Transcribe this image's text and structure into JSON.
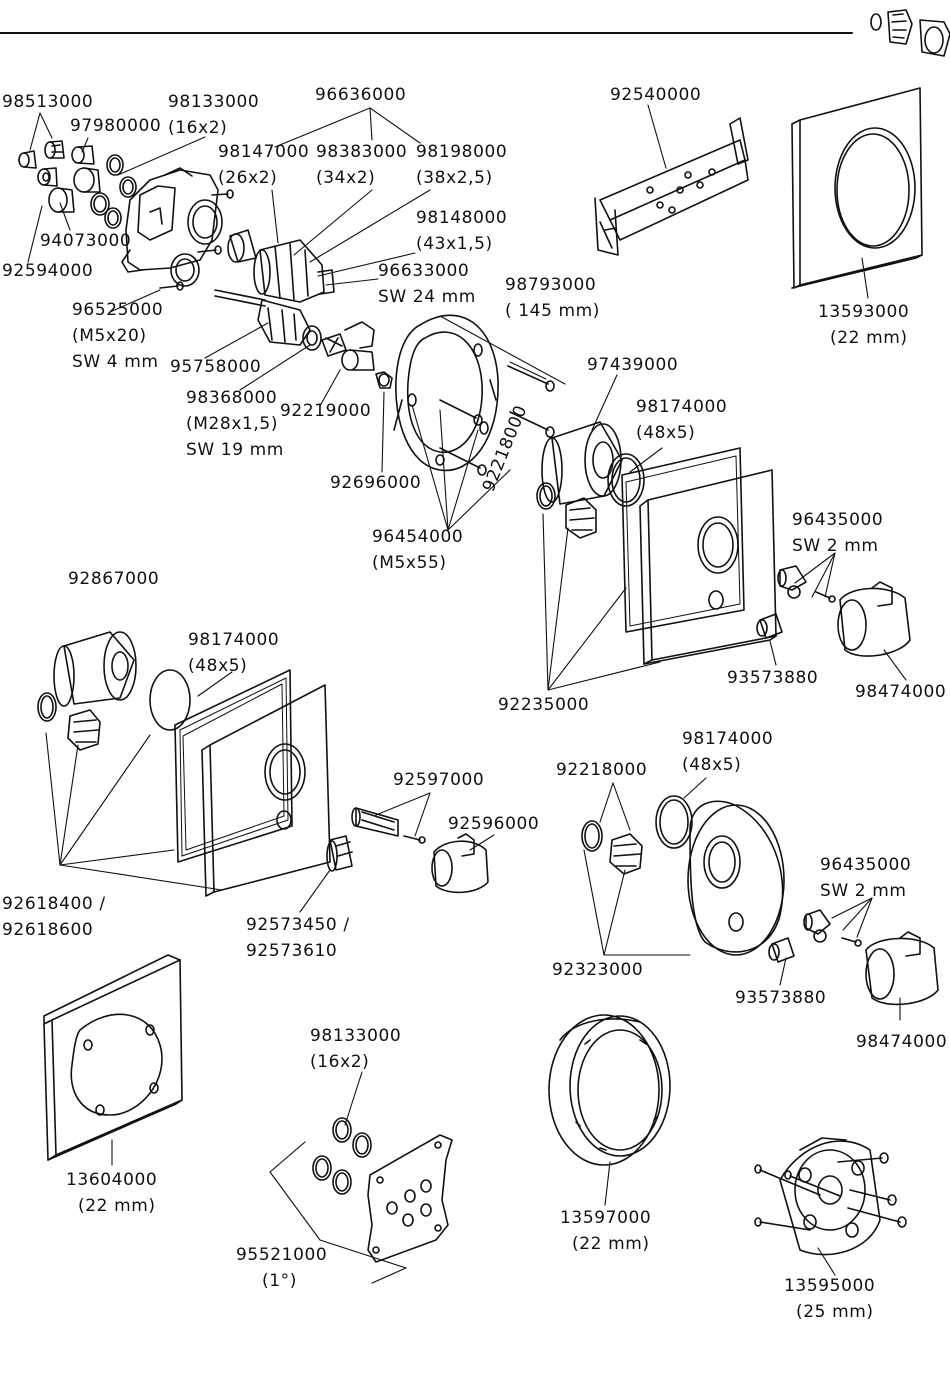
{
  "labels": {
    "p98513000": "98513000",
    "p98133000a": "98133000",
    "p98133000a_size": "(16x2)",
    "p96636000": "96636000",
    "p92540000": "92540000",
    "p97980000": "97980000",
    "p98147000": "98147000",
    "p98147000_size": "(26x2)",
    "p98383000": "98383000",
    "p98383000_size": "(34x2)",
    "p98198000": "98198000",
    "p98198000_size": "(38x2,5)",
    "p94073000": "94073000",
    "p98148000": "98148000",
    "p98148000_size": "(43x1,5)",
    "p92594000": "92594000",
    "p96633000": "96633000",
    "p96633000_sw": "SW 24 mm",
    "p98793000": "98793000",
    "p98793000_size": "(    145 mm)",
    "p13593000": "13593000",
    "p13593000_size": "(22 mm)",
    "p96525000": "96525000",
    "p96525000_size": "(M5x20)",
    "p96525000_sw": "SW 4 mm",
    "p95758000": "95758000",
    "p97439000": "97439000",
    "p98368000": "98368000",
    "p98368000_size": "(M28x1,5)",
    "p98368000_sw": "SW 19 mm",
    "p92219000": "92219000",
    "p98174000a": "98174000",
    "p98174000a_size": "(48x5)",
    "p92218000a": "92218000",
    "p92696000": "92696000",
    "p96454000": "96454000",
    "p96454000_size": "(M5x55)",
    "p96435000a": "96435000",
    "p96435000a_sw": "SW 2 mm",
    "p92867000": "92867000",
    "p98174000b": "98174000",
    "p98174000b_size": "(48x5)",
    "p93573880a": "93573880",
    "p98474000a": "98474000",
    "p92235000": "92235000",
    "p98174000c": "98174000",
    "p98174000c_size": "(48x5)",
    "p92218000b": "92218000",
    "p92597000": "92597000",
    "p92596000": "92596000",
    "p96435000b": "96435000",
    "p96435000b_sw": "SW 2 mm",
    "p92618400": "92618400 /",
    "p92618600": "92618600",
    "p92573450": "92573450 /",
    "p92573610": "92573610",
    "p92323000": "92323000",
    "p93573880b": "93573880",
    "p98474000b": "98474000",
    "p98133000b": "98133000",
    "p98133000b_size": "(16x2)",
    "p13604000": "13604000",
    "p13604000_size": "(22 mm)",
    "p13597000": "13597000",
    "p13597000_size": "(22 mm)",
    "p95521000": "95521000",
    "p95521000_size": "(1°)",
    "p13595000": "13595000",
    "p13595000_size": "(25 mm)"
  }
}
